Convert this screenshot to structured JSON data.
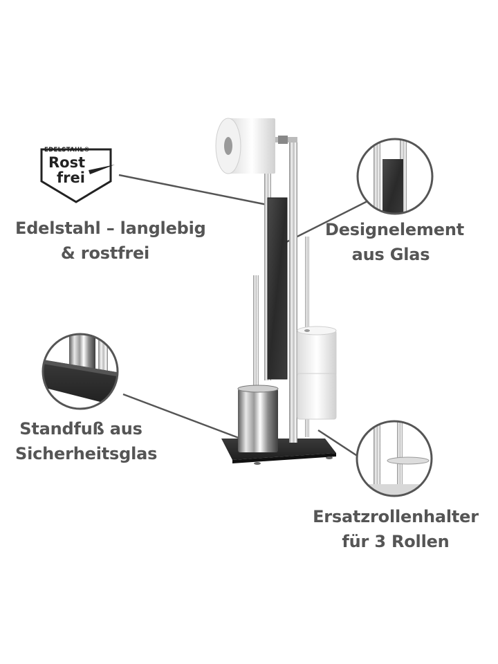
{
  "seal": {
    "top_text": "EDELSTAHL®",
    "line1": "Rost",
    "line2": "frei"
  },
  "features": {
    "stainless": {
      "line1": "Edelstahl – langlebig",
      "line2": "& rostfrei"
    },
    "glass": {
      "line1": "Designelement",
      "line2": "aus Glas"
    },
    "base": {
      "line1": "Standfuß aus",
      "line2": "Sicherheitsglas"
    },
    "spare": {
      "line1": "Ersatzrollenhalter",
      "line2": "für 3 Rollen"
    }
  },
  "colors": {
    "label_text": "#555555",
    "line": "#555555",
    "chrome": "#cfcfcf",
    "glass_panel": "#2e2e2e"
  }
}
